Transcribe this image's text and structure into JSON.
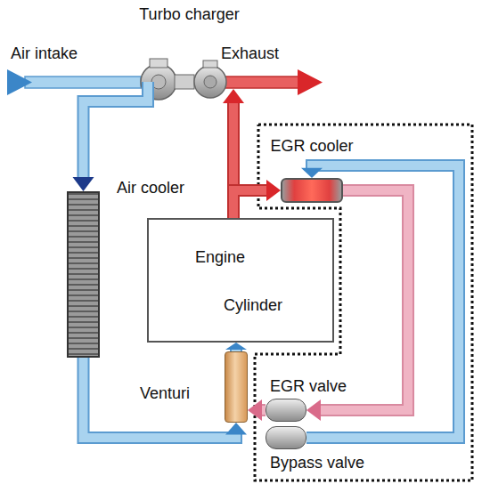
{
  "diagram": {
    "nodes": [
      {
        "text": [
          "Turbo charger"
        ]
      },
      {
        "text": [
          "Air cooler"
        ]
      },
      {
        "text": [
          "Engine",
          "Cylinder"
        ]
      },
      {
        "text": [
          "EGR cooler"
        ]
      },
      {
        "text": [
          "Venturi"
        ]
      },
      {
        "text": [
          "EGR valve"
        ]
      },
      {
        "text": [
          "Bypass valve"
        ]
      }
    ],
    "edges": [
      {
        "from": 0,
        "to": 1,
        "arrow": "to"
      },
      {
        "from": 1,
        "to": 4,
        "arrow": "to"
      },
      {
        "from": 4,
        "to": 2,
        "arrow": "to"
      },
      {
        "from": 2,
        "to": 0,
        "arrow": "to"
      },
      {
        "from": 2,
        "to": 3,
        "arrow": "to"
      },
      {
        "from": 3,
        "to": 5,
        "arrow": "to"
      },
      {
        "from": 5,
        "to": 4,
        "arrow": "to"
      },
      {
        "from": 6,
        "to": 3,
        "arrow": "to"
      }
    ],
    "labels": [
      "Air intake",
      "Exhaust"
    ]
  }
}
